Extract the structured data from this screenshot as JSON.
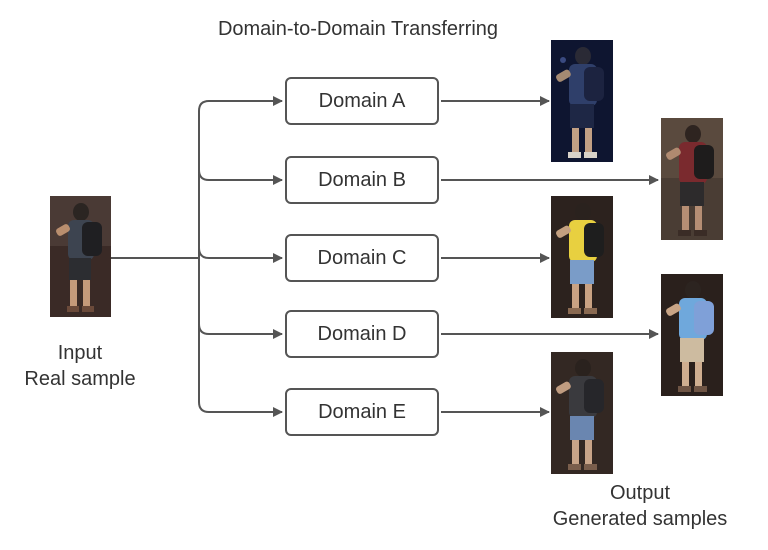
{
  "title": "Domain-to-Domain Transferring",
  "input": {
    "caption_line1": "Input",
    "caption_line2": "Real sample"
  },
  "domains": [
    {
      "label": "Domain A"
    },
    {
      "label": "Domain B"
    },
    {
      "label": "Domain C"
    },
    {
      "label": "Domain D"
    },
    {
      "label": "Domain E"
    }
  ],
  "output": {
    "caption_line1": "Output",
    "caption_line2": "Generated samples"
  },
  "colors": {
    "line": "#555555",
    "text": "#333333"
  }
}
